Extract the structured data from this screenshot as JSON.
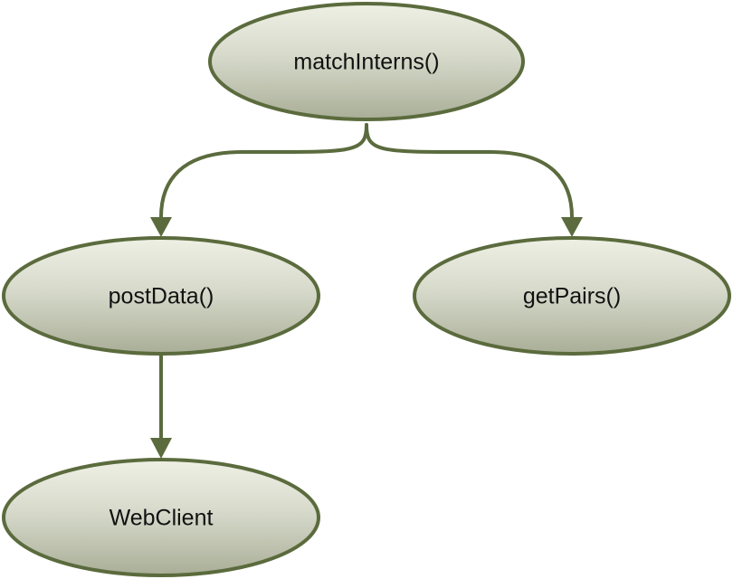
{
  "diagram": {
    "nodes": [
      {
        "id": "matchInterns",
        "label": "matchInterns()"
      },
      {
        "id": "postData",
        "label": "postData()"
      },
      {
        "id": "getPairs",
        "label": "getPairs()"
      },
      {
        "id": "WebClient",
        "label": "WebClient"
      }
    ],
    "edges": [
      {
        "from": "matchInterns",
        "to": "postData"
      },
      {
        "from": "matchInterns",
        "to": "getPairs"
      },
      {
        "from": "postData",
        "to": "WebClient"
      }
    ],
    "colors": {
      "node_fill_top": "#eef0e4",
      "node_fill_bottom": "#a9ae97",
      "outline": "#5b6b3d",
      "text": "#111111"
    }
  }
}
